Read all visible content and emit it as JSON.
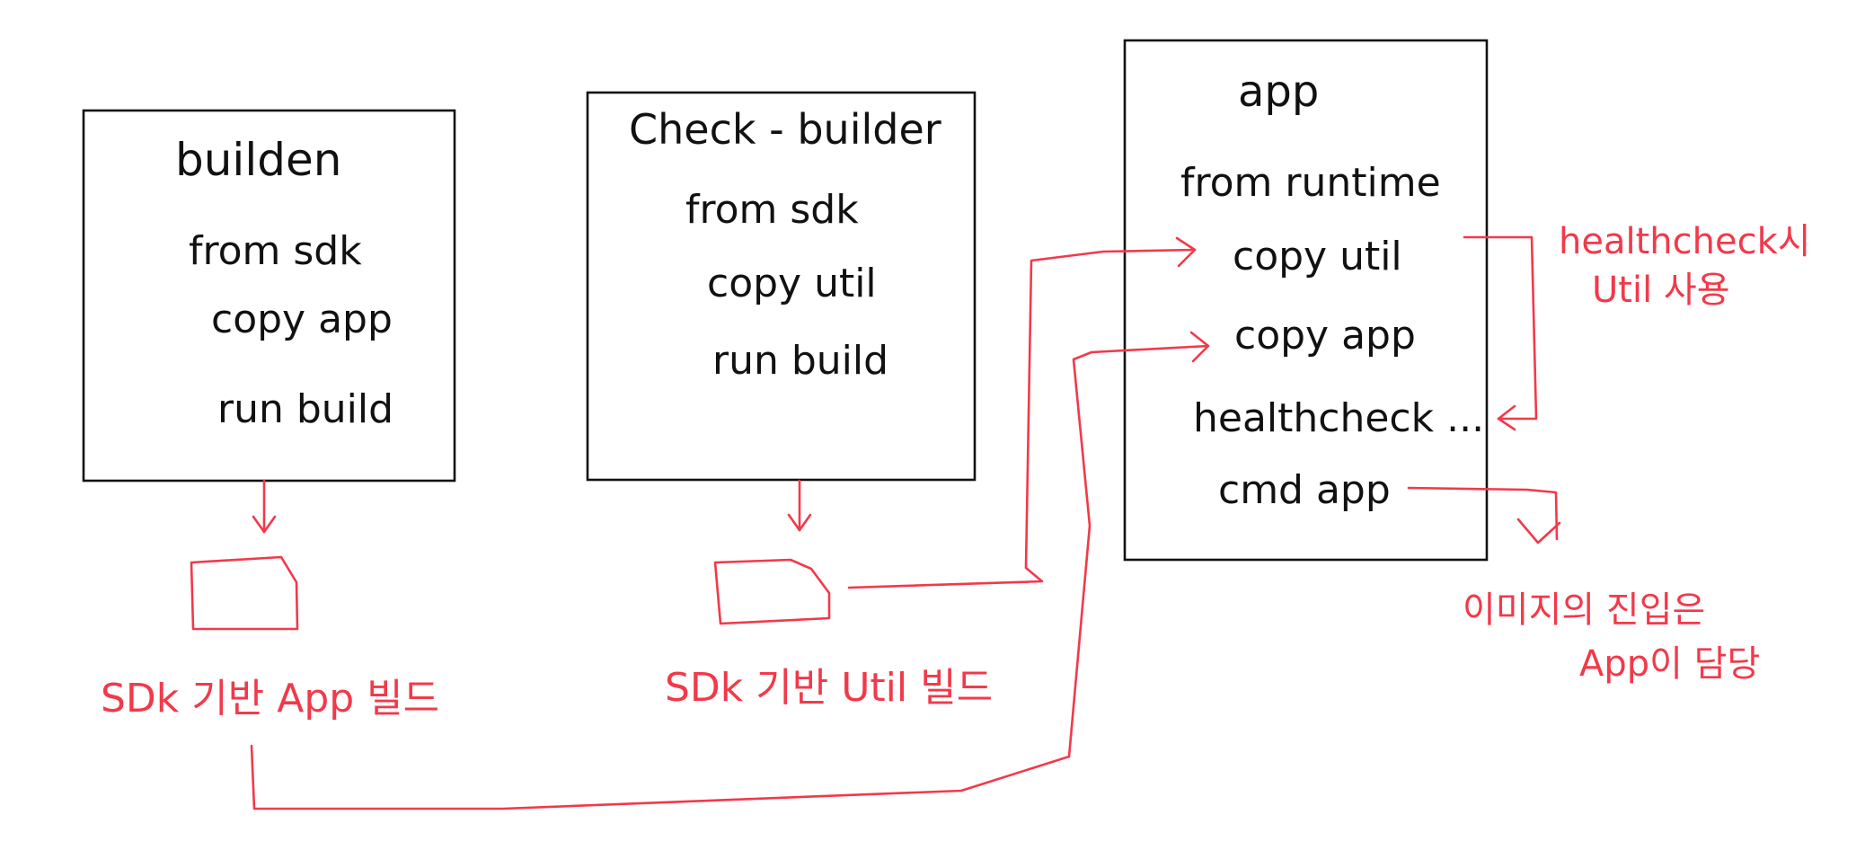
{
  "colors": {
    "ink": "#111111",
    "annotation": "#f2394a",
    "background": "#ffffff"
  },
  "stages": [
    {
      "title": "builden",
      "lines": [
        "from sdk",
        "copy app",
        "run build"
      ]
    },
    {
      "title": "Check - builder",
      "lines": [
        "from sdk",
        "copy util",
        "run build"
      ]
    },
    {
      "title": "app",
      "lines": [
        "from runtime",
        "copy util",
        "copy app",
        "healthcheck ...",
        "cmd app"
      ]
    }
  ],
  "artifacts": [
    {
      "label": "SDk 기반 App 빌드"
    },
    {
      "label": "SDk 기반 Util 빌드"
    }
  ],
  "notes": {
    "healthcheck": [
      "healthcheck시",
      "Util 사용"
    ],
    "entrypoint": [
      "이미지의 진입은",
      "App이 담당"
    ]
  }
}
